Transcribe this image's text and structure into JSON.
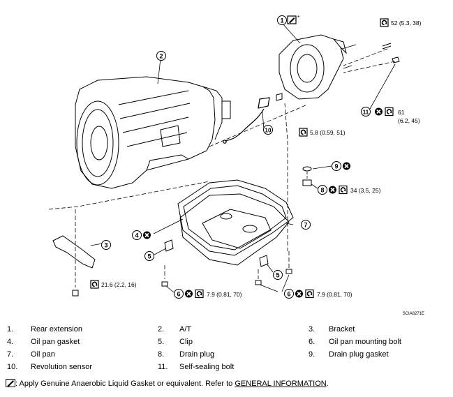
{
  "figure_code": "SCIA8271E",
  "callouts": {
    "c1": "1",
    "c1_star": "*",
    "c2": "2",
    "c3": "3",
    "c4": "4",
    "c5a": "5",
    "c5b": "5",
    "c6a": "6",
    "c6b": "6",
    "c7": "7",
    "c8": "8",
    "c9": "9",
    "c10": "10",
    "c11": "11"
  },
  "torques": {
    "t52": "52 (5.3, 38)",
    "t61a": "61",
    "t61b": "(6.2, 45)",
    "t58": "5.8 (0.59, 51)",
    "t34": "34 (3.5, 25)",
    "t216": "21.6 (2.2, 16)",
    "t79a": "7.9 (0.81, 70)",
    "t79b": "7.9 (0.81, 70)"
  },
  "legend": [
    [
      {
        "num": "1.",
        "name": "Rear extension"
      },
      {
        "num": "2.",
        "name": "A/T"
      },
      {
        "num": "3.",
        "name": "Bracket"
      }
    ],
    [
      {
        "num": "4.",
        "name": "Oil pan gasket"
      },
      {
        "num": "5.",
        "name": "Clip"
      },
      {
        "num": "6.",
        "name": "Oil pan mounting bolt"
      }
    ],
    [
      {
        "num": "7.",
        "name": "Oil pan"
      },
      {
        "num": "8.",
        "name": "Drain plug"
      },
      {
        "num": "9.",
        "name": "Drain plug gasket"
      }
    ],
    [
      {
        "num": "10.",
        "name": "Revolution sensor"
      },
      {
        "num": "11.",
        "name": "Self-sealing bolt"
      },
      {
        "num": "",
        "name": ""
      }
    ]
  ],
  "note": {
    "text": ": Apply Genuine Anaerobic Liquid Gasket or equivalent. Refer to ",
    "link": "GENERAL INFORMATION",
    "end": "."
  },
  "icons": [
    "liquid-gasket-icon",
    "torque-wrench-icon",
    "do-not-reuse-icon"
  ]
}
